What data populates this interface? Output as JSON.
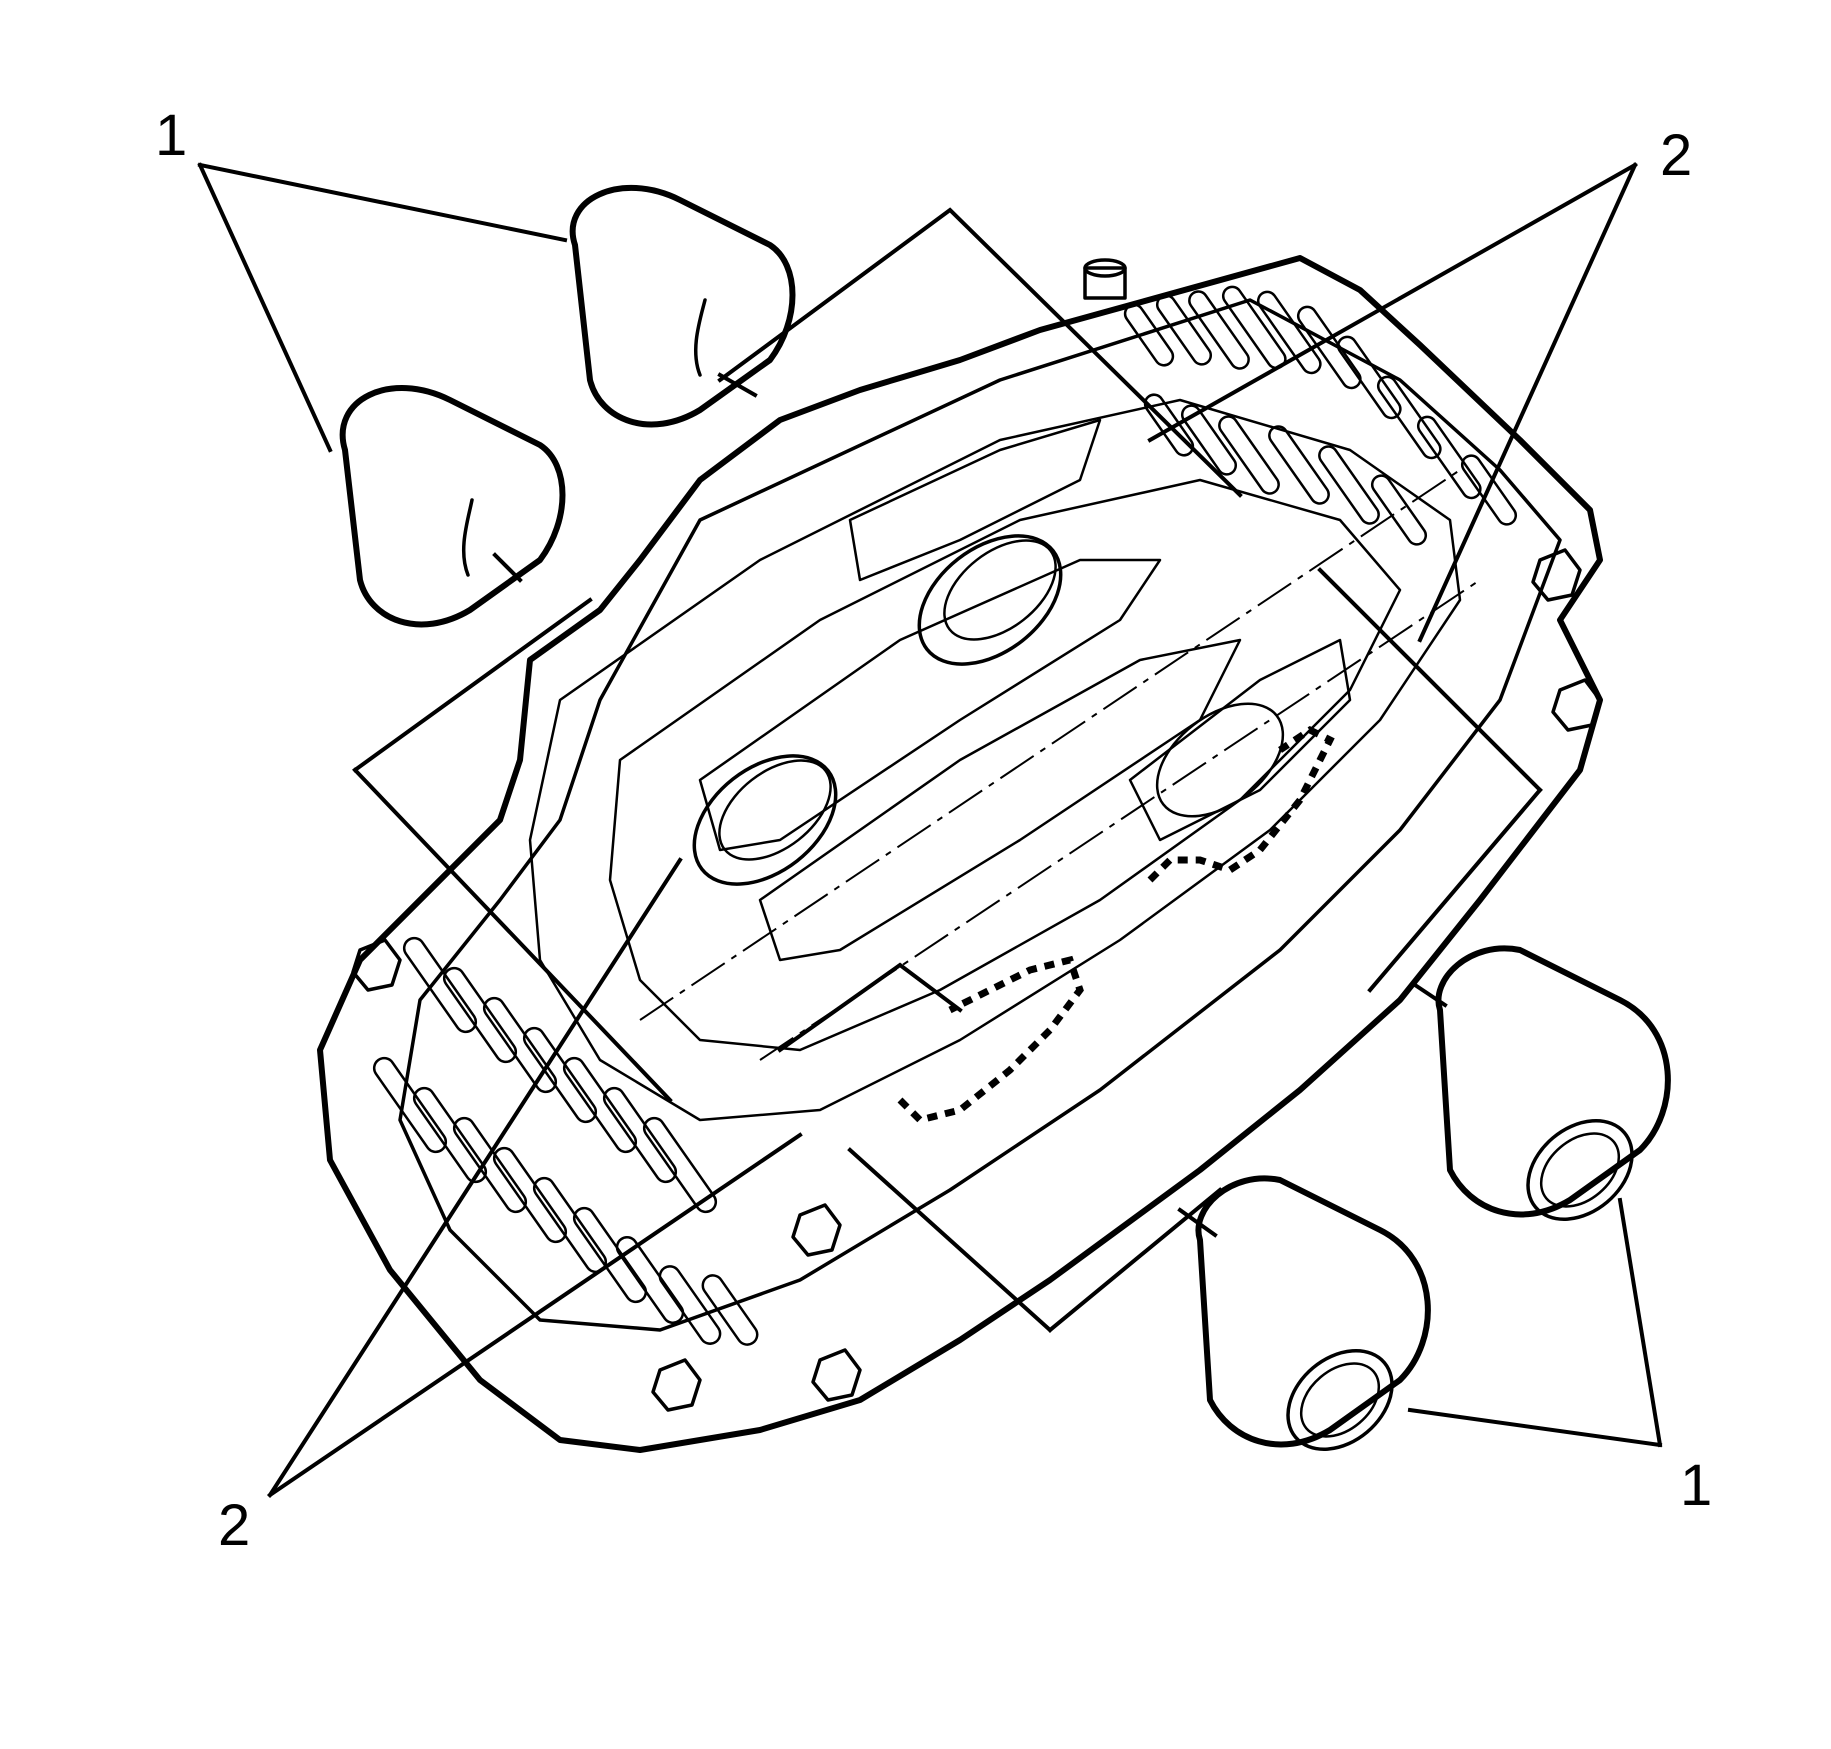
{
  "callouts": {
    "top_left": "1",
    "top_right": "2",
    "bottom_left": "2",
    "bottom_right": "1"
  }
}
